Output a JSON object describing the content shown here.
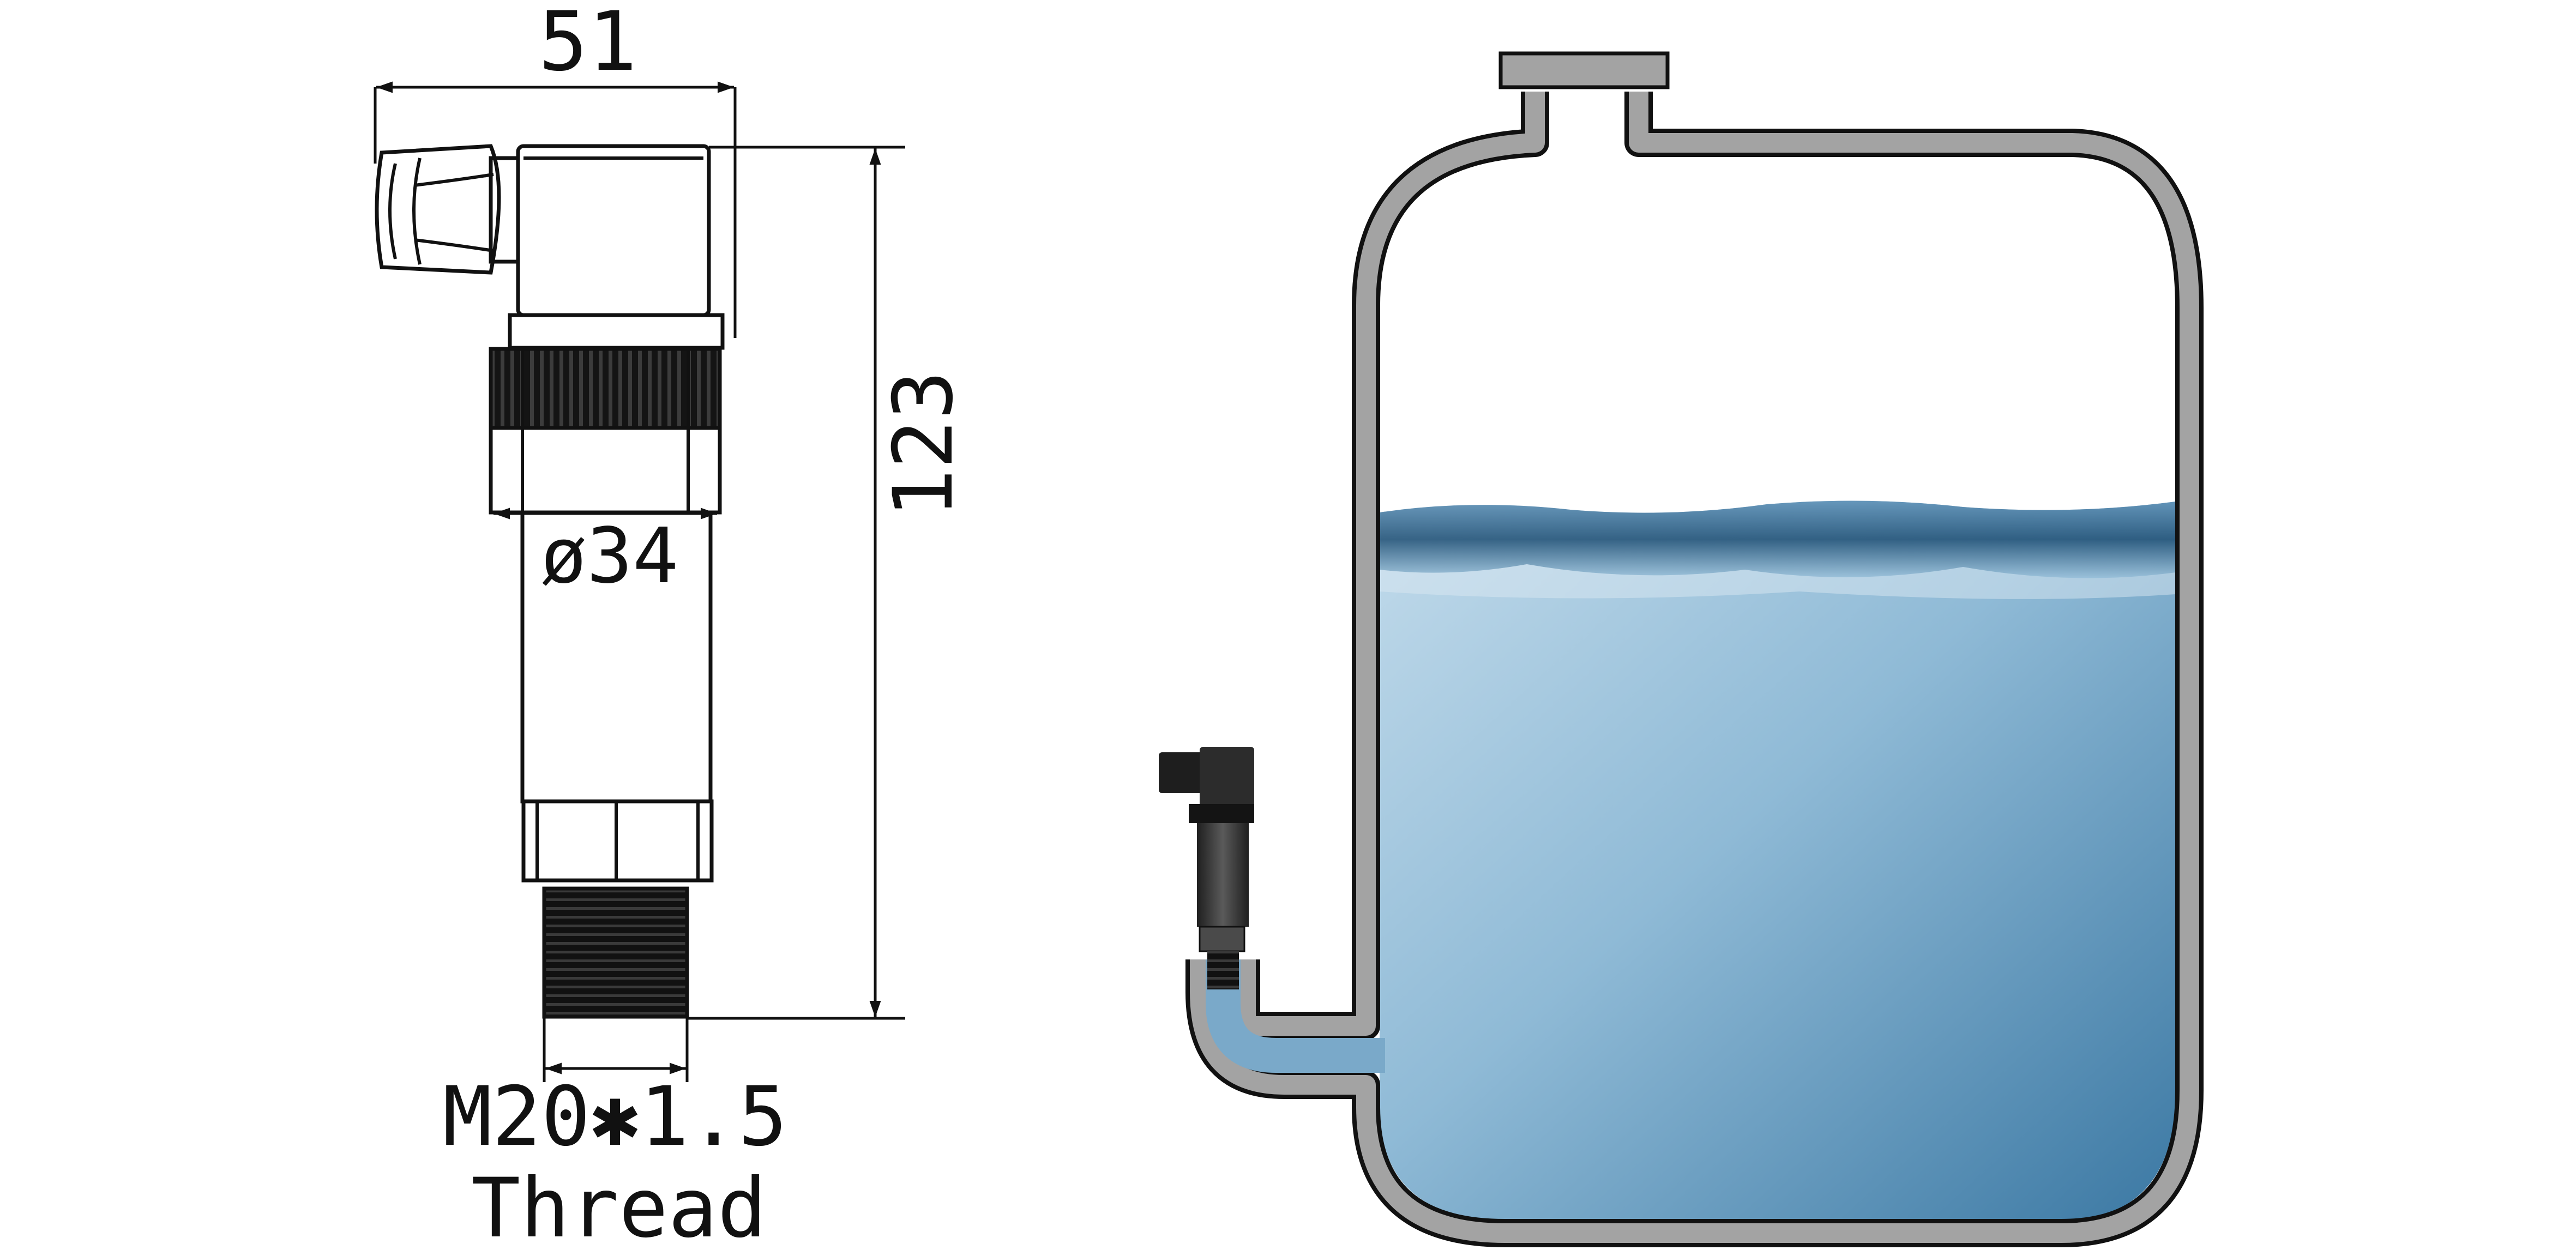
{
  "drawing": {
    "dim_width": "51",
    "dim_height": "123",
    "dim_diameter": "ø34",
    "thread_size": "M20✱1.5",
    "thread_label": "Thread"
  },
  "colors": {
    "line": "#111111",
    "tank_wall": "#a3a3a3",
    "water_light": "#bcd6e8",
    "water_dark": "#3f7ea8",
    "water_surface": "#2b5f86",
    "sensor_body": "#3a3a3a"
  },
  "icons": {
    "tank": "storage-tank-icon",
    "sensor": "pressure-transmitter-icon"
  }
}
